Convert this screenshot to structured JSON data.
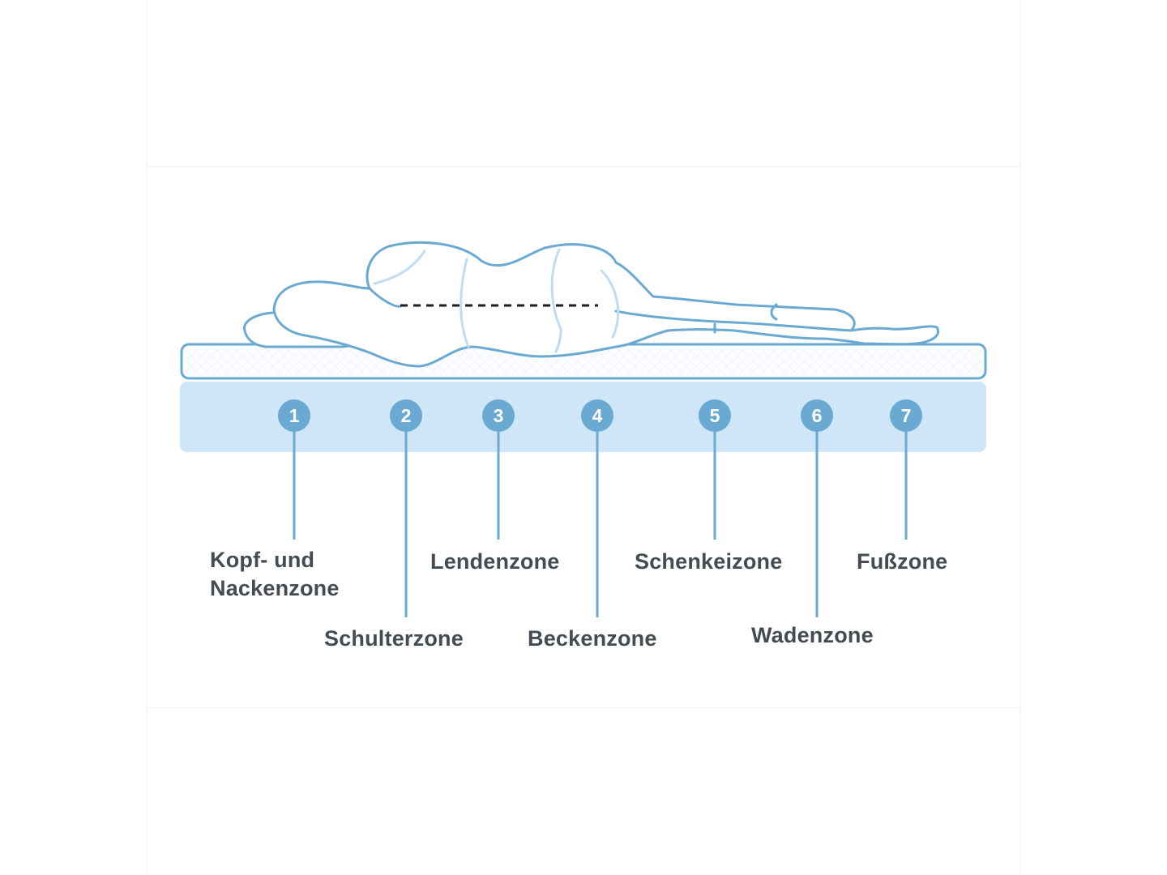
{
  "colors": {
    "outline": "#6aa9d1",
    "outline_light": "#bfdcf1",
    "mattress_fill": "#cfe6f8",
    "topper_fill": "#fbfdff",
    "marker_fill": "#6aa9d1",
    "label_text": "#444b52",
    "dashed_line": "#1a1a1a"
  },
  "zones": [
    {
      "number": "1",
      "label": "Kopf- und\nNackenzone"
    },
    {
      "number": "2",
      "label": "Schulterzone"
    },
    {
      "number": "3",
      "label": "Lendenzone"
    },
    {
      "number": "4",
      "label": "Beckenzone"
    },
    {
      "number": "5",
      "label": "Schenkeizone"
    },
    {
      "number": "6",
      "label": "Wadenzone"
    },
    {
      "number": "7",
      "label": "Fußzone"
    }
  ]
}
